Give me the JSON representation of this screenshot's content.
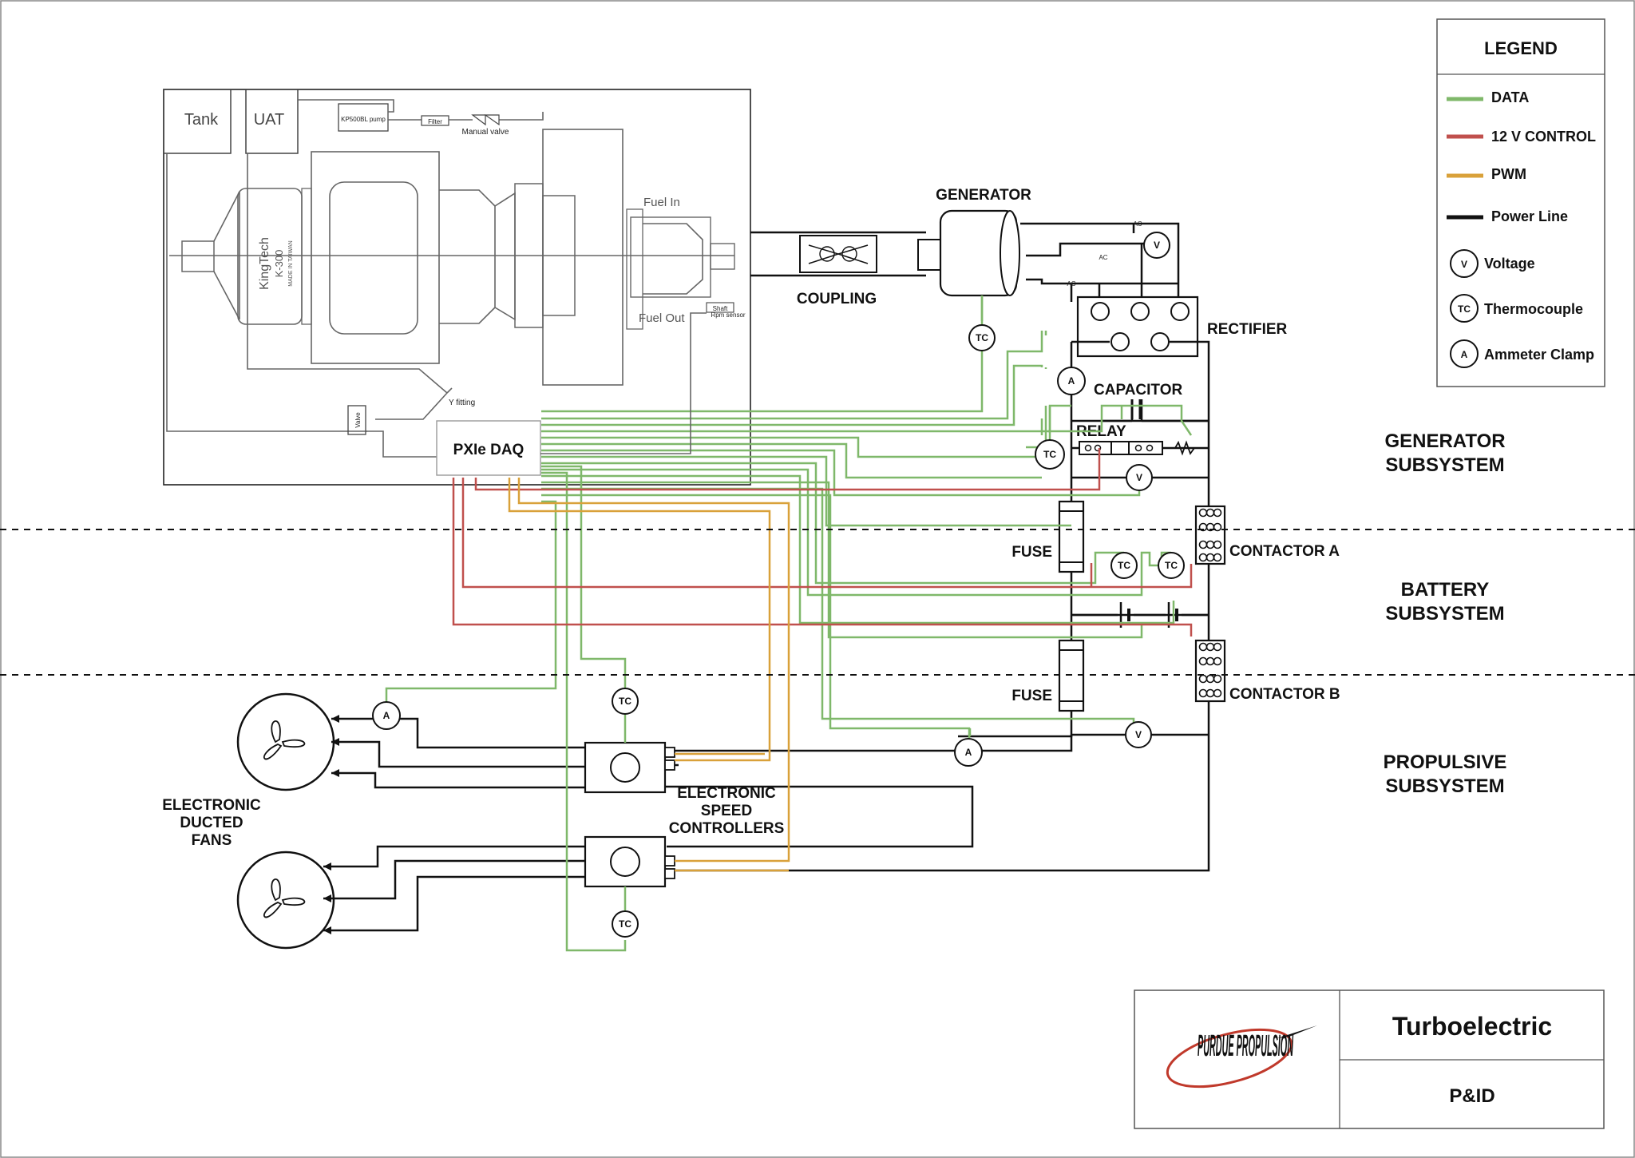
{
  "legend": {
    "title": "LEGEND",
    "items": [
      {
        "label": "DATA",
        "color": "#7fb86a"
      },
      {
        "label": "12 V CONTROL",
        "color": "#c0504d"
      },
      {
        "label": "PWM",
        "color": "#d9a13a"
      },
      {
        "label": "Power Line",
        "color": "#111111"
      }
    ],
    "symbols": [
      {
        "symbol": "V",
        "label": "Voltage"
      },
      {
        "symbol": "TC",
        "label": "Thermocouple"
      },
      {
        "symbol": "A",
        "label": "Ammeter Clamp"
      }
    ]
  },
  "engine": {
    "tank": "Tank",
    "uat": "UAT",
    "pump": "KP500BL pump",
    "filter": "Filter",
    "manual_valve": "Manual valve",
    "fuel_in": "Fuel In",
    "fuel_out": "Fuel Out",
    "shaft": "Shaft",
    "rpm_sensor": "Rpm sensor",
    "y_fitting": "Y fitting",
    "valve": "Valve",
    "brand": "KingTech",
    "model": "K-300",
    "made_in": "MADE IN TAIWAN"
  },
  "components": {
    "daq": "PXIe DAQ",
    "coupling": "COUPLING",
    "generator": "GENERATOR",
    "rectifier": "RECTIFIER",
    "capacitor": "CAPACITOR",
    "relay": "RELAY",
    "fuse1": "FUSE",
    "fuse2": "FUSE",
    "contactor_a": "CONTACTOR A",
    "contactor_b": "CONTACTOR B",
    "ac": "AC",
    "esc_line1": "ELECTRONIC",
    "esc_line2": "SPEED",
    "esc_line3": "CONTROLLERS",
    "edf_line1": "ELECTRONIC",
    "edf_line2": "DUCTED",
    "edf_line3": "FANS"
  },
  "subsystems": {
    "generator_line1": "GENERATOR",
    "generator_line2": "SUBSYSTEM",
    "battery_line1": "BATTERY",
    "battery_line2": "SUBSYSTEM",
    "propulsive_line1": "PROPULSIVE",
    "propulsive_line2": "SUBSYSTEM"
  },
  "symbols": {
    "voltage": "V",
    "thermocouple": "TC",
    "ammeter": "A"
  },
  "title_block": {
    "logo_text": "PURDUE PROPULSION",
    "title": "Turboelectric",
    "subtitle": "P&ID"
  }
}
